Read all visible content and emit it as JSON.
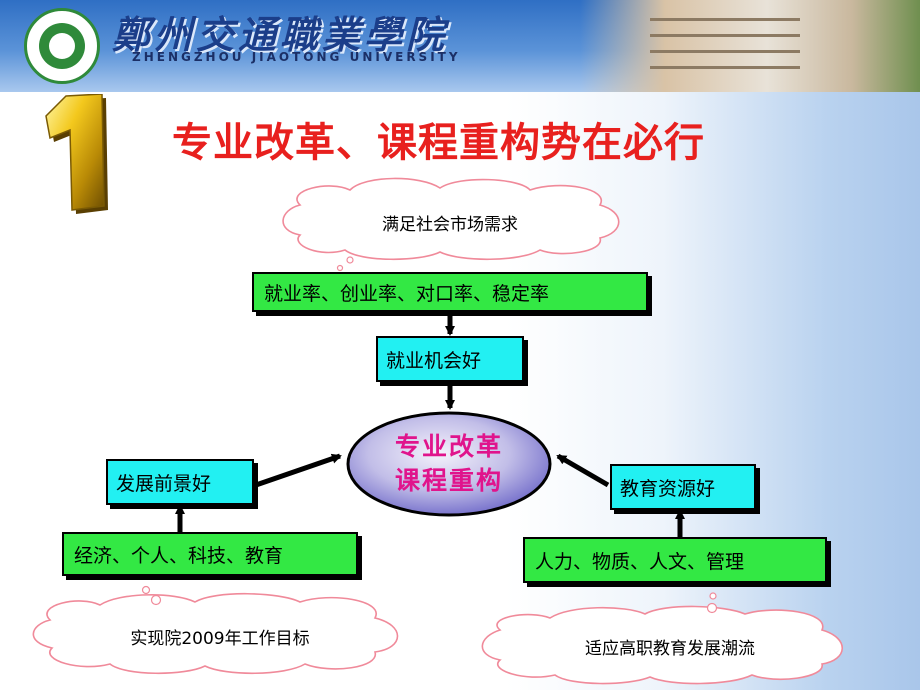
{
  "header": {
    "school_name_cn": "鄭州交通職業學院",
    "school_name_en": "ZHENGZHOU JIAOTONG UNIVERSITY"
  },
  "slide": {
    "number": "1",
    "title": "专业改革、课程重构势在必行"
  },
  "diagram": {
    "cloud_top": "满足社会市场需求",
    "box_rates": "就业率、创业率、对口率、稳定率",
    "box_employment": "就业机会好",
    "center_line1": "专业改革",
    "center_line2": "课程重构",
    "box_prospects": "发展前景好",
    "box_factors_left": "经济、个人、科技、教育",
    "cloud_left": "实现院2009年工作目标",
    "box_resources": "教育资源好",
    "box_factors_right": "人力、物质、人文、管理",
    "cloud_right": "适应高职教育发展潮流"
  },
  "colors": {
    "title_red": "#e8201e",
    "center_text_magenta": "#e0148c",
    "green_box": "#33e844",
    "cyan_box": "#22f0f2"
  }
}
